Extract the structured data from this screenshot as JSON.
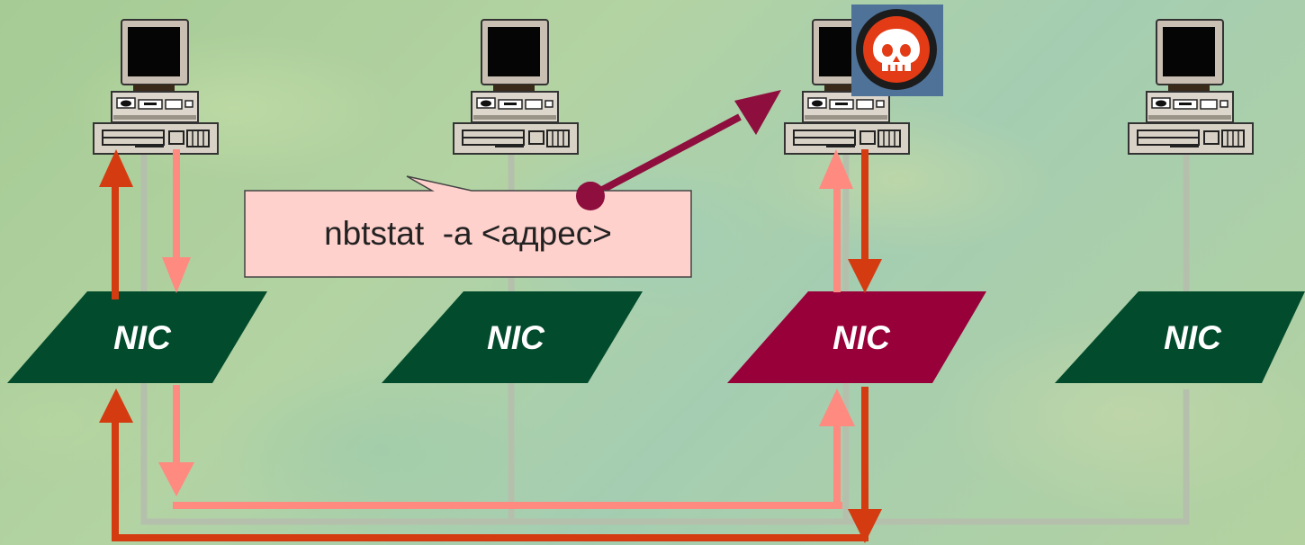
{
  "callout": {
    "command": "nbtstat  -a <адрес>"
  },
  "nodes": [
    {
      "label": "NIC",
      "color": "#024b2c",
      "role": "host"
    },
    {
      "label": "NIC",
      "color": "#024b2c",
      "role": "host"
    },
    {
      "label": "NIC",
      "color": "#98003a",
      "role": "compromised"
    },
    {
      "label": "NIC",
      "color": "#024b2c",
      "role": "host"
    }
  ],
  "icons": [
    "computer-icon",
    "skull-icon",
    "arrow-icon"
  ],
  "colors": {
    "bus": "#b5c0ac",
    "request_flow": "#ff8a80",
    "response_flow": "#d43b10",
    "attack_arrow": "#8e0e3d",
    "callout_fill": "#ffd1cc"
  }
}
